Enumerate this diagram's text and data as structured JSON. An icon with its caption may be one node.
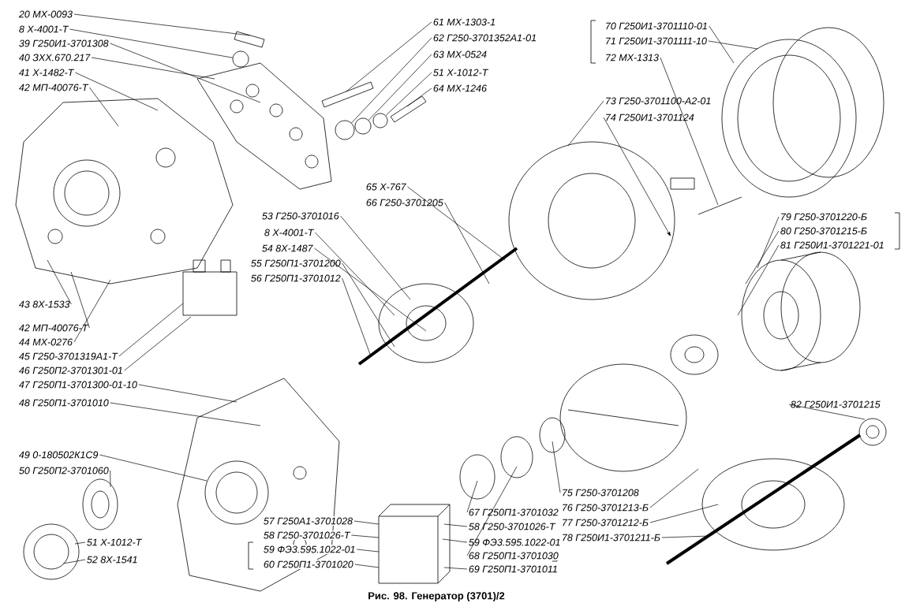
{
  "diagram": {
    "caption": "Рис. 98. Генератор (3701)/2",
    "nodes": [
      {
        "text": [
          "20 МХ-0093"
        ]
      },
      {
        "text": [
          "8 Х-4001-Т"
        ]
      },
      {
        "text": [
          "39 Г250И1-3701308"
        ]
      },
      {
        "text": [
          "40 ЗХХ.670.217"
        ]
      },
      {
        "text": [
          "41 Х-1482-Т"
        ]
      },
      {
        "text": [
          "42 МП-40076-Т"
        ]
      },
      {
        "text": [
          "43 8Х-1533"
        ]
      },
      {
        "text": [
          "42 МП-40076-Т"
        ]
      },
      {
        "text": [
          "44 МХ-0276"
        ]
      },
      {
        "text": [
          "45 Г250-3701319А1-Т"
        ]
      },
      {
        "text": [
          "46 Г250П2-3701301-01"
        ]
      },
      {
        "text": [
          "47 Г250П1-3701300-01-10"
        ]
      },
      {
        "text": [
          "48 Г250П1-3701010"
        ]
      },
      {
        "text": [
          "49 0-180502К1С9"
        ]
      },
      {
        "text": [
          "50 Г250П2-3701060"
        ]
      },
      {
        "text": [
          "51 Х-1012-Т"
        ]
      },
      {
        "text": [
          "52 8Х-1541"
        ]
      },
      {
        "text": [
          "61 МХ-1303-1"
        ]
      },
      {
        "text": [
          "62 Г250-3701352А1-01"
        ]
      },
      {
        "text": [
          "63 МХ-0524"
        ]
      },
      {
        "text": [
          "51 Х-1012-Т"
        ]
      },
      {
        "text": [
          "64 МХ-1246"
        ]
      },
      {
        "text": [
          "65 Х-767"
        ]
      },
      {
        "text": [
          "66 Г250-3701205"
        ]
      },
      {
        "text": [
          "53 Г250-3701016"
        ]
      },
      {
        "text": [
          "8 Х-4001-Т"
        ]
      },
      {
        "text": [
          "54 8Х-1487"
        ]
      },
      {
        "text": [
          "55 Г250П1-3701200"
        ]
      },
      {
        "text": [
          "56 Г250П1-3701012"
        ]
      },
      {
        "text": [
          "57 Г250А1-3701028"
        ]
      },
      {
        "text": [
          "58 Г250-3701026-Т"
        ]
      },
      {
        "text": [
          "59 ФЭ3.595.1022-01"
        ]
      },
      {
        "text": [
          "60 Г250П1-3701020"
        ]
      },
      {
        "text": [
          "67 Г250П1-3701032"
        ]
      },
      {
        "text": [
          "58 Г250-3701026-Т"
        ]
      },
      {
        "text": [
          "59 ФЭ3.595.1022-01"
        ]
      },
      {
        "text": [
          "68 Г250П1-3701030"
        ]
      },
      {
        "text": [
          "69 Г250П1-3701011"
        ]
      },
      {
        "text": [
          "70 Г250И1-3701110-01"
        ]
      },
      {
        "text": [
          "71 Г250И1-3701111-10"
        ]
      },
      {
        "text": [
          "72 МХ-1313"
        ]
      },
      {
        "text": [
          "73 Г250-3701100-А2-01"
        ]
      },
      {
        "text": [
          "74 Г250И1-3701124"
        ]
      },
      {
        "text": [
          "79 Г250-3701220-Б"
        ]
      },
      {
        "text": [
          "80 Г250-3701215-Б"
        ]
      },
      {
        "text": [
          "81 Г250И1-3701221-01"
        ]
      },
      {
        "text": [
          "75 Г250-3701208"
        ]
      },
      {
        "text": [
          "76 Г250-3701213-Б"
        ]
      },
      {
        "text": [
          "77 Г250-3701212-Б"
        ]
      },
      {
        "text": [
          "78 Г250И1-3701211-Б"
        ]
      },
      {
        "text": [
          "82 Г250И1-3701215"
        ]
      },
      {
        "text": [],
        "shape": "circle"
      },
      {
        "text": [],
        "shape": "circle"
      },
      {
        "text": [],
        "shape": "circle"
      },
      {
        "text": [],
        "shape": "circle"
      }
    ],
    "edges": [
      {
        "from": 0,
        "to": null,
        "arrow": "none"
      },
      {
        "from": 1,
        "to": 51,
        "arrow": "none"
      },
      {
        "from": 2,
        "to": null,
        "arrow": "none"
      },
      {
        "from": 3,
        "to": null,
        "arrow": "none"
      },
      {
        "from": 4,
        "to": null,
        "arrow": "none"
      },
      {
        "from": 5,
        "to": null,
        "arrow": "none"
      },
      {
        "from": 6,
        "to": null,
        "arrow": "none"
      },
      {
        "from": 7,
        "to": null,
        "arrow": "none"
      },
      {
        "from": 8,
        "to": null,
        "arrow": "none"
      },
      {
        "from": 9,
        "to": null,
        "arrow": "none"
      },
      {
        "from": 10,
        "to": null,
        "arrow": "none"
      },
      {
        "from": 11,
        "to": null,
        "arrow": "none"
      },
      {
        "from": 12,
        "to": null,
        "arrow": "none"
      },
      {
        "from": 13,
        "to": null,
        "arrow": "none"
      },
      {
        "from": 14,
        "to": null,
        "arrow": "none"
      },
      {
        "from": 15,
        "to": null,
        "arrow": "none"
      },
      {
        "from": 16,
        "to": null,
        "arrow": "none"
      },
      {
        "from": 17,
        "to": null,
        "arrow": "none"
      },
      {
        "from": 18,
        "to": 52,
        "arrow": "none"
      },
      {
        "from": 19,
        "to": 53,
        "arrow": "none"
      },
      {
        "from": 20,
        "to": 54,
        "arrow": "none"
      },
      {
        "from": 21,
        "to": null,
        "arrow": "none"
      },
      {
        "from": 22,
        "to": null,
        "arrow": "none"
      },
      {
        "from": 23,
        "to": null,
        "arrow": "none"
      },
      {
        "from": 24,
        "to": null,
        "arrow": "none"
      },
      {
        "from": 25,
        "to": null,
        "arrow": "none"
      },
      {
        "from": 26,
        "to": null,
        "arrow": "none"
      },
      {
        "from": 27,
        "to": null,
        "arrow": "none"
      },
      {
        "from": 28,
        "to": null,
        "arrow": "none"
      },
      {
        "from": 29,
        "to": null,
        "arrow": "none"
      },
      {
        "from": 30,
        "to": null,
        "arrow": "none"
      },
      {
        "from": 31,
        "to": null,
        "arrow": "none"
      },
      {
        "from": 32,
        "to": null,
        "arrow": "none"
      },
      {
        "from": 33,
        "to": null,
        "arrow": "none"
      },
      {
        "from": 34,
        "to": null,
        "arrow": "none"
      },
      {
        "from": 35,
        "to": null,
        "arrow": "none"
      },
      {
        "from": 36,
        "to": null,
        "arrow": "none"
      },
      {
        "from": 37,
        "to": null,
        "arrow": "none"
      },
      {
        "from": 38,
        "to": null,
        "arrow": "none"
      },
      {
        "from": 39,
        "to": null,
        "arrow": "none"
      },
      {
        "from": 40,
        "to": null,
        "arrow": "none"
      },
      {
        "from": 41,
        "to": null,
        "arrow": "none"
      },
      {
        "from": 42,
        "to": null,
        "arrow": "to"
      },
      {
        "from": 43,
        "to": null,
        "arrow": "none"
      },
      {
        "from": 44,
        "to": null,
        "arrow": "none"
      },
      {
        "from": 45,
        "to": null,
        "arrow": "none"
      },
      {
        "from": 46,
        "to": null,
        "arrow": "none"
      },
      {
        "from": 47,
        "to": null,
        "arrow": "none"
      },
      {
        "from": 48,
        "to": null,
        "arrow": "none"
      },
      {
        "from": 49,
        "to": null,
        "arrow": "none"
      },
      {
        "from": 50,
        "to": null,
        "arrow": "none"
      }
    ]
  }
}
